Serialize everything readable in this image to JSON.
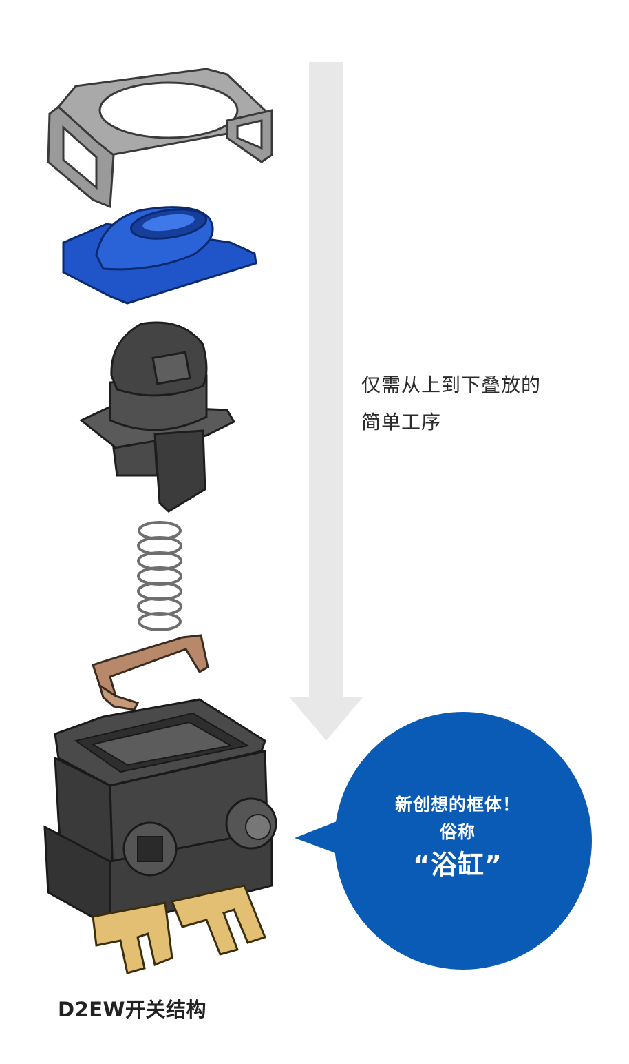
{
  "description": {
    "line1": "仅需从上到下叠放的",
    "line2": "简单工序"
  },
  "callout": {
    "line1": "新创想的框体！",
    "line2": "俗称",
    "line3": "“浴缸”",
    "color": "#0a5bb5"
  },
  "caption": "D2EW开关结构",
  "colors": {
    "arrow": "#e8e8e8",
    "frame": "#8a8a8a",
    "seal": "#1f55c8",
    "plunger": "#4a4a4a",
    "spring": "#c8c8c8",
    "contact": "#b8886a",
    "housing": "#3d3d3d",
    "terminals": "#e2bf72"
  },
  "components": [
    "metal-frame",
    "rubber-seal",
    "actuator-plunger",
    "coil-spring",
    "movable-contact",
    "housing-bathtub",
    "terminals"
  ]
}
